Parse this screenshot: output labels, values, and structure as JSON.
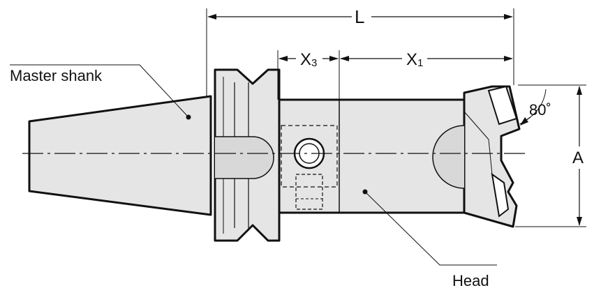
{
  "labels": {
    "master_shank": "Master shank",
    "head": "Head",
    "dim_L": "L",
    "dim_X3_base": "X",
    "dim_X3_sub": "3",
    "dim_X1_base": "X",
    "dim_X1_sub": "1",
    "dim_A": "A",
    "angle": "80˚"
  },
  "colors": {
    "body_fill": "#e5e5e5",
    "outline": "#111111",
    "background": "#ffffff"
  }
}
